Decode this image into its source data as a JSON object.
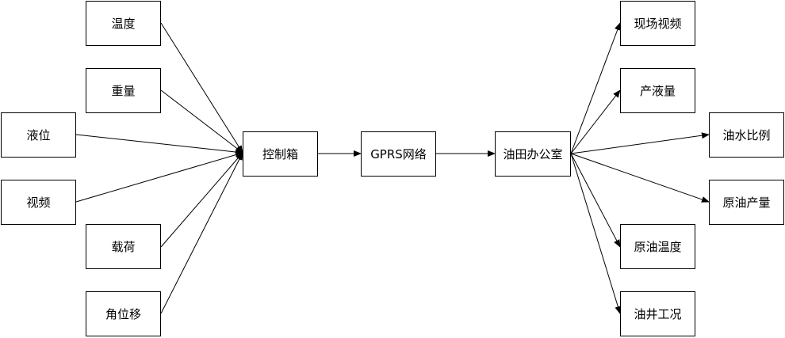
{
  "inputs": {
    "temperature": "温度",
    "weight": "重量",
    "liquid_level": "液位",
    "video": "视频",
    "load": "载荷",
    "angular_displacement": "角位移"
  },
  "control_box": "控制箱",
  "network": "GPRS网络",
  "office": "油田办公室",
  "outputs": {
    "site_video": "现场视频",
    "liquid_production": "产液量",
    "oil_water_ratio": "油水比例",
    "crude_oil_production": "原油产量",
    "crude_oil_temperature": "原油温度",
    "well_condition": "油井工况"
  }
}
